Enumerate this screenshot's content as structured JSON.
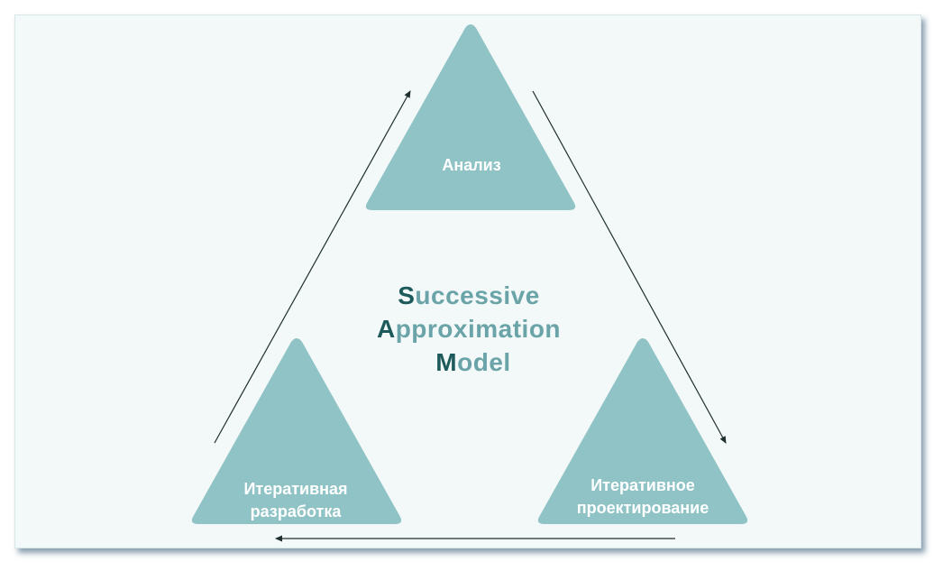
{
  "colors": {
    "triangle_fill": "#8fc3c5",
    "title_initial": "#1d5a5c",
    "title_rest": "#6aa4a8",
    "arrow": "#1f2f2f",
    "background": "#f3f8f8"
  },
  "nodes": {
    "top": {
      "label": "Анализ"
    },
    "bottom_left": {
      "label_line1": "Итеративная",
      "label_line2": "разработка"
    },
    "bottom_right": {
      "label_line1": "Итеративное",
      "label_line2": "проектирование"
    }
  },
  "title": {
    "line1": {
      "initial": "S",
      "rest": "uccessive"
    },
    "line2": {
      "initial": "A",
      "rest": "pproximation"
    },
    "line3": {
      "initial": "M",
      "rest": "odel"
    }
  }
}
